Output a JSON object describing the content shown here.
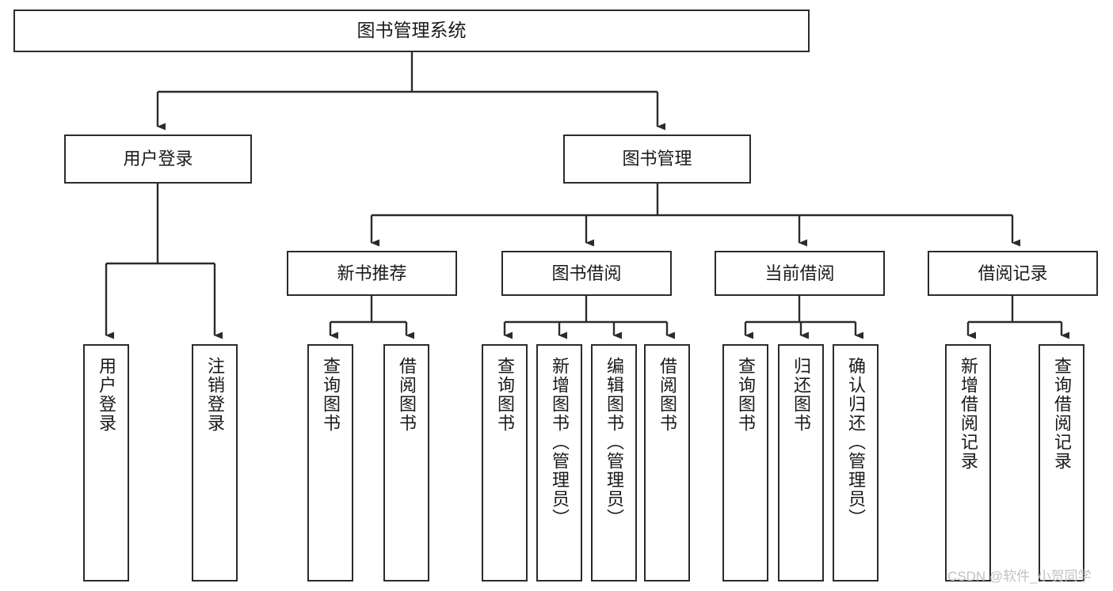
{
  "diagram": {
    "title": "图书管理系统",
    "type": "tree-hierarchy",
    "watermark": "CSDN @软件_小贺同学",
    "colors": {
      "stroke": "#2b2b2b",
      "fill": "#ffffff",
      "text": "#1a1a1a",
      "watermark": "#c2c2c2"
    },
    "levels": {
      "root": {
        "label": "图书管理系统"
      },
      "level2": [
        {
          "id": "user-login",
          "label": "用户登录"
        },
        {
          "id": "book-management",
          "label": "图书管理"
        }
      ],
      "level3": [
        {
          "id": "new-book-recommend",
          "label": "新书推荐",
          "parent": "book-management"
        },
        {
          "id": "book-borrow",
          "label": "图书借阅",
          "parent": "book-management"
        },
        {
          "id": "current-borrow",
          "label": "当前借阅",
          "parent": "book-management"
        },
        {
          "id": "borrow-record",
          "label": "借阅记录",
          "parent": "book-management"
        }
      ],
      "leaves": [
        {
          "id": "leaf-user-login",
          "label": "用户登录",
          "parent": "user-login"
        },
        {
          "id": "leaf-user-logout",
          "label": "注销登录",
          "parent": "user-login"
        },
        {
          "id": "leaf-query-book-1",
          "label": "查询图书",
          "parent": "new-book-recommend"
        },
        {
          "id": "leaf-borrow-book-1",
          "label": "借阅图书",
          "parent": "new-book-recommend"
        },
        {
          "id": "leaf-query-book-2",
          "label": "查询图书",
          "parent": "book-borrow"
        },
        {
          "id": "leaf-add-book",
          "label": "新增图书（管理员）",
          "parent": "book-borrow"
        },
        {
          "id": "leaf-edit-book",
          "label": "编辑图书（管理员）",
          "parent": "book-borrow"
        },
        {
          "id": "leaf-borrow-book-2",
          "label": "借阅图书",
          "parent": "book-borrow"
        },
        {
          "id": "leaf-query-book-3",
          "label": "查询图书",
          "parent": "current-borrow"
        },
        {
          "id": "leaf-return-book",
          "label": "归还图书",
          "parent": "current-borrow"
        },
        {
          "id": "leaf-confirm-return",
          "label": "确认归还（管理员）",
          "parent": "current-borrow"
        },
        {
          "id": "leaf-add-record",
          "label": "新增借阅记录",
          "parent": "borrow-record"
        },
        {
          "id": "leaf-query-record",
          "label": "查询借阅记录",
          "parent": "borrow-record"
        }
      ]
    }
  }
}
